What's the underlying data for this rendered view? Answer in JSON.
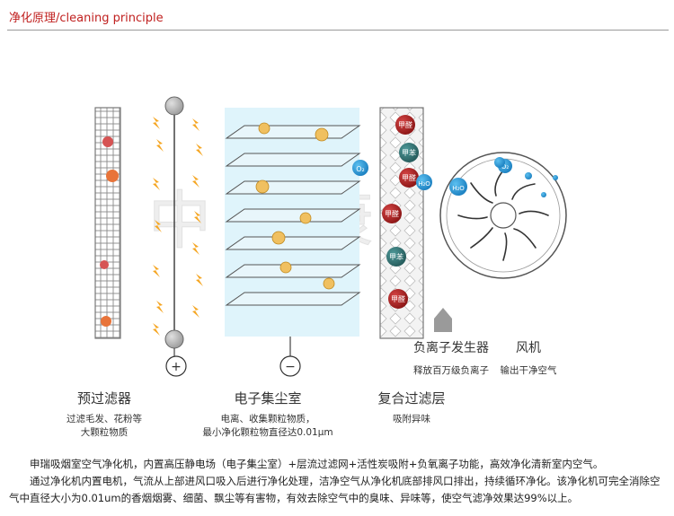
{
  "header": {
    "title": "净化原理/cleaning principle"
  },
  "watermark": {
    "text": "中瑞康"
  },
  "diagram": {
    "prefilter": {
      "title": "预过滤器",
      "caption_line1": "过滤毛发、花粉等",
      "caption_line2": "大颗粒物质"
    },
    "collector": {
      "title": "电子集尘室",
      "caption_line1": "电离、收集颗粒物质，",
      "caption_line2": "最小净化颗粒物直径达0.01μm",
      "plus_symbol": "+",
      "minus_symbol": "−"
    },
    "composite": {
      "title": "复合过滤层",
      "caption": "吸附异味"
    },
    "ion": {
      "title": "负离子发生器",
      "caption": "释放百万级负离子"
    },
    "fan": {
      "title": "风机",
      "caption": "输出干净空气"
    },
    "molecules": {
      "formaldehyde": "甲醛",
      "benzene": "甲苯",
      "oxygen": "O₂",
      "water": "H₂O"
    },
    "colors": {
      "formaldehyde": "#9b1c1c",
      "benzene": "#2f6b6b",
      "oxygen": "#1f8fd1",
      "collector_bg": "#dff4fb",
      "spark": "#f5a623"
    }
  },
  "description": {
    "para1": "申瑞吸烟室空气净化机，内置高压静电场（电子集尘室）+层流过滤网+活性炭吸附+负氧离子功能，高效净化清新室内空气。",
    "para2": "通过净化机内置电机，气流从上部进风口吸入后进行净化处理，洁净空气从净化机底部排风口排出，持续循环净化。该净化机可完全消除空气中直径大小为0.01um的香烟烟雾、细菌、飘尘等有害物，有效去除空气中的臭味、异味等，使空气滤净效果达99%以上。"
  }
}
